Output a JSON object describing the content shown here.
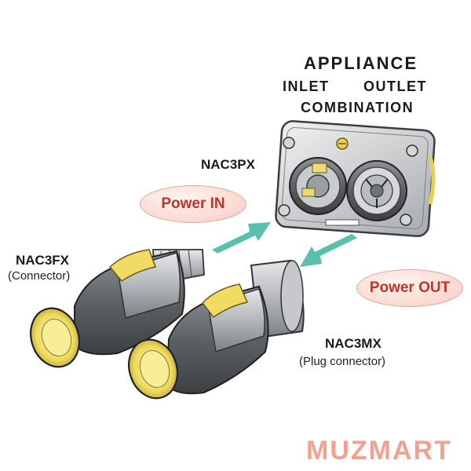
{
  "header": {
    "title": "APPLIANCE",
    "inlet": "INLET",
    "outlet": "OUTLET",
    "combination": "COMBINATION"
  },
  "parts": {
    "panel": "NAC3PX",
    "connector_name": "NAC3FX",
    "connector_desc": "(Connector)",
    "plug_name": "NAC3MX",
    "plug_desc": "(Plug connector)"
  },
  "badges": {
    "power_in": "Power IN",
    "power_out": "Power OUT"
  },
  "brand": {
    "watermark": "MUZMART"
  },
  "colors": {
    "arrow": "#5bbfae",
    "badge_fill": "#fbd7cf",
    "badge_text": "#c0342a",
    "latch_yellow": "#f3df6a",
    "metal": "#b9bcc0",
    "watermark": "#f1a18e"
  }
}
